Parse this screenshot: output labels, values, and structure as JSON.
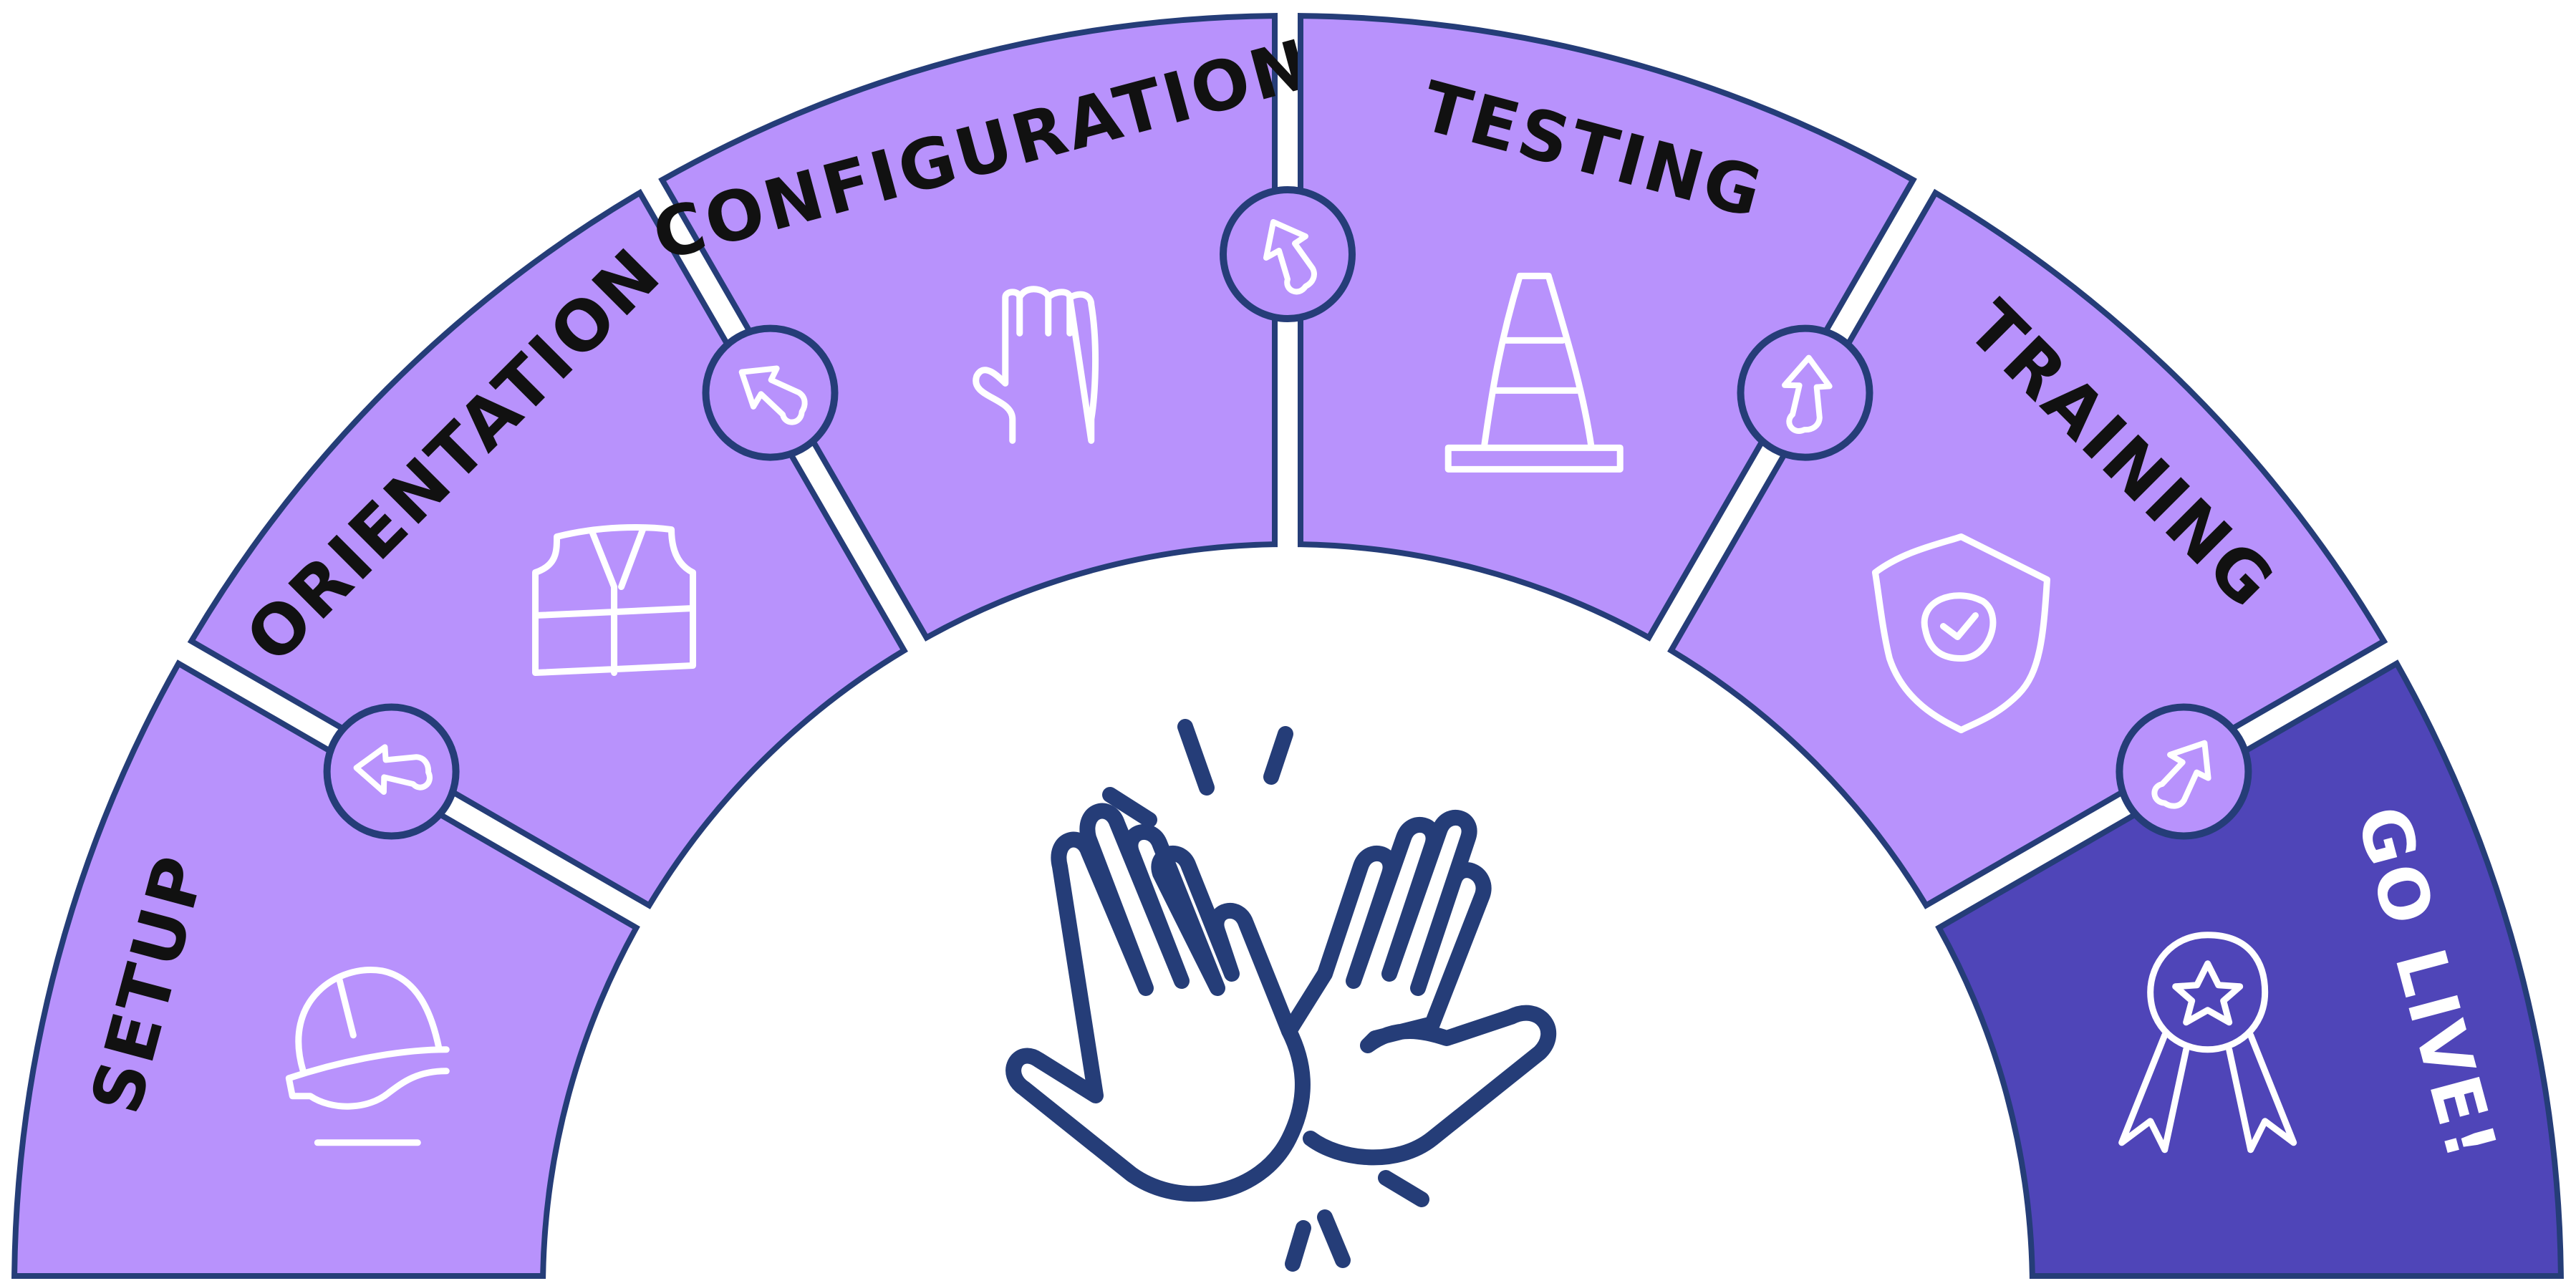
{
  "title": "Implementation journey",
  "colors": {
    "segment": "#b892fc",
    "final_segment": "#4f45b8",
    "outline": "#253d78",
    "label": "#111111",
    "final_label": "#ffffff",
    "icon": "#ffffff"
  },
  "stages": [
    {
      "label": "SETUP",
      "icon": "hard-hat-icon"
    },
    {
      "label": "ORIENTATION",
      "icon": "safety-vest-icon"
    },
    {
      "label": "CONFIGURATION",
      "icon": "glove-icon"
    },
    {
      "label": "TESTING",
      "icon": "traffic-cone-icon"
    },
    {
      "label": "TRAINING",
      "icon": "shield-check-icon"
    },
    {
      "label": "GO LIVE!",
      "icon": "award-ribbon-icon",
      "highlight": true
    }
  ],
  "connectors": [
    "arrow-icon",
    "arrow-icon",
    "arrow-icon",
    "arrow-icon",
    "arrow-icon"
  ],
  "center_icon": "high-five-icon"
}
